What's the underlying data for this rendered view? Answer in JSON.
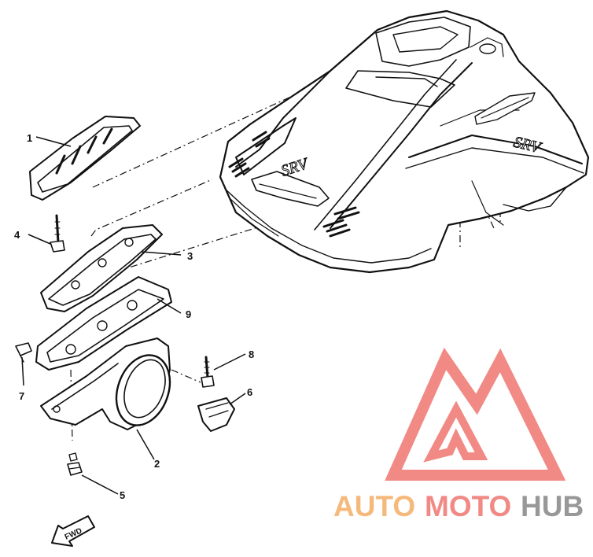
{
  "diagram": {
    "callouts": [
      "1",
      "2",
      "3",
      "4",
      "5",
      "6",
      "7",
      "8",
      "9"
    ],
    "hood_decal": "SRV",
    "front_arrow": "FWD",
    "colors": {
      "ink": "#111111",
      "watermark_red": "#f07a74",
      "watermark_orange": "#f5b06a",
      "watermark_gray": "#8a8a8a"
    }
  },
  "watermark": {
    "part1": "AUTO",
    "part2": "MOTO",
    "part3": "HUB"
  }
}
